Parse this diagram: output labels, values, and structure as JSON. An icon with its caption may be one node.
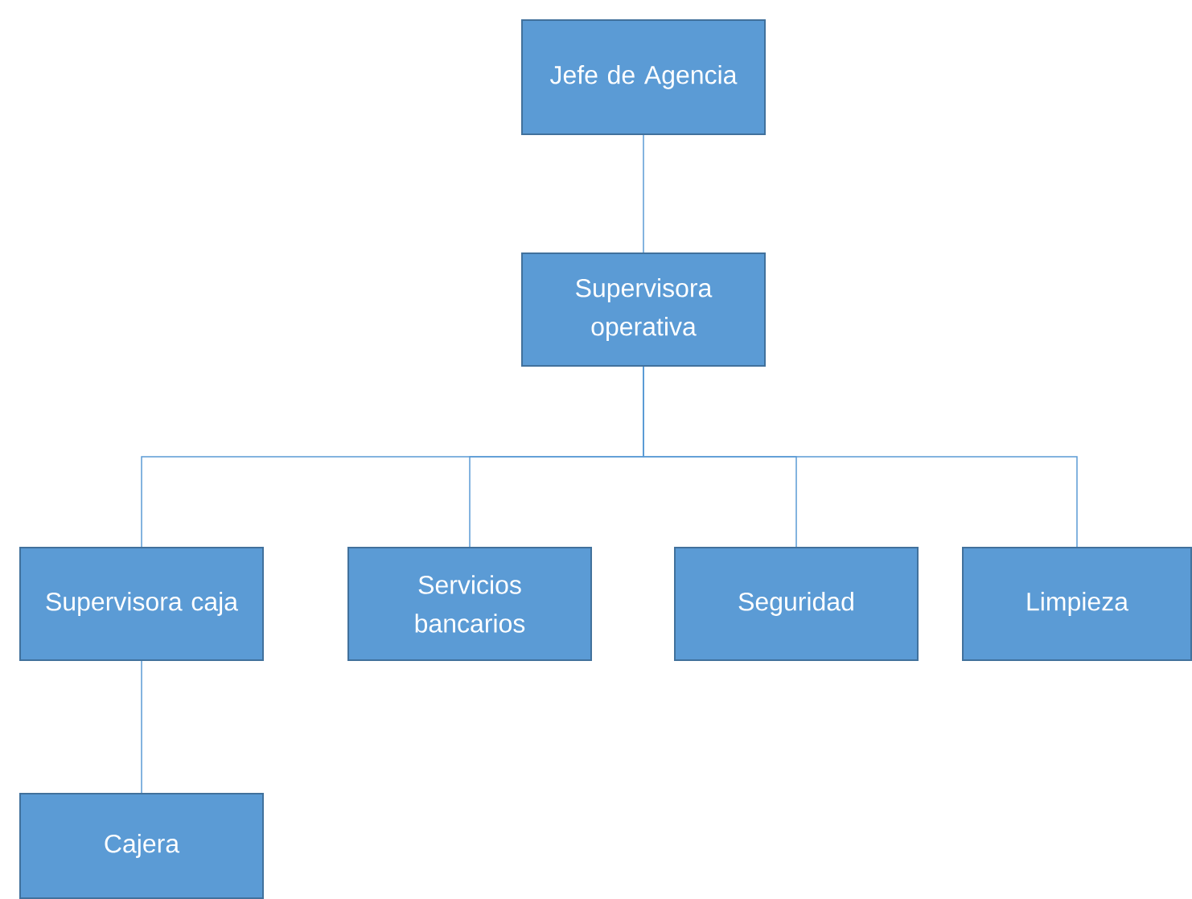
{
  "diagram": {
    "nodes": [
      {
        "text": [
          "Jefe de Agencia"
        ]
      },
      {
        "text": [
          "Supervisora operativa"
        ]
      },
      {
        "text": [
          "Supervisora caja"
        ]
      },
      {
        "text": [
          "Servicios bancarios"
        ]
      },
      {
        "text": [
          "Seguridad"
        ]
      },
      {
        "text": [
          "Limpieza"
        ]
      },
      {
        "text": [
          "Cajera"
        ]
      }
    ],
    "edges": [
      {
        "from": 0,
        "to": 1,
        "arrow": "none"
      },
      {
        "from": 1,
        "to": 2,
        "arrow": "none"
      },
      {
        "from": 1,
        "to": 3,
        "arrow": "none"
      },
      {
        "from": 1,
        "to": 4,
        "arrow": "none"
      },
      {
        "from": 1,
        "to": 5,
        "arrow": "none"
      },
      {
        "from": 2,
        "to": 6,
        "arrow": "none"
      }
    ]
  }
}
